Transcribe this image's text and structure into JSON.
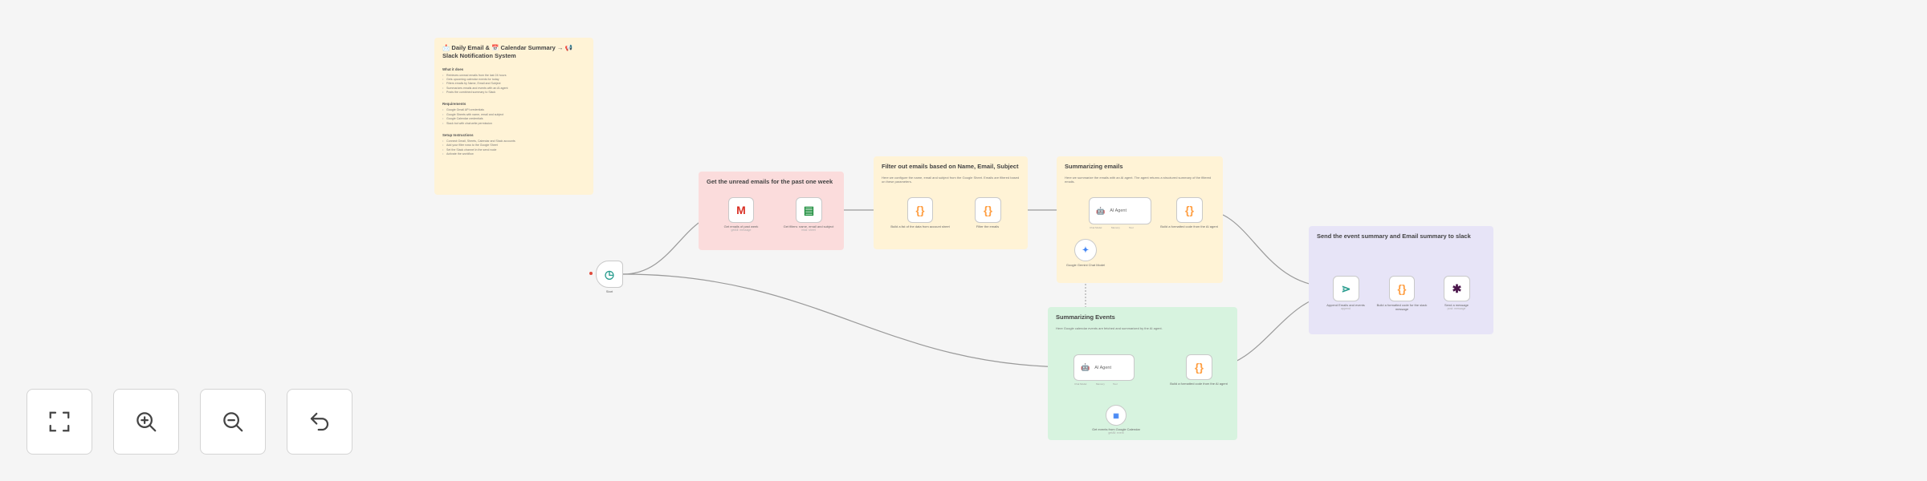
{
  "workflow": {
    "notes": {
      "main": {
        "title": "📩 Daily Email & 📅 Calendar Summary → 📢 Slack Notification System",
        "sections": [
          {
            "heading": "What it does",
            "items": [
              "Retrieves unread emails from the last 24 hours",
              "Gets upcoming calendar events for today",
              "Filters emails by Name, Email and Subject",
              "Summarizes emails and events with an AI agent",
              "Posts the combined summary to Slack"
            ]
          },
          {
            "heading": "Requirements",
            "items": [
              "Google Gmail API credentials",
              "Google Sheets with name, email and subject",
              "Google Calendar credentials",
              "Slack bot with chat:write permission"
            ]
          },
          {
            "heading": "Setup Instructions",
            "items": [
              "Connect Gmail, Sheets, Calendar and Slack accounts",
              "Add your filter rows to the Google Sheet",
              "Set the Slack channel in the send node",
              "Activate the workflow"
            ]
          }
        ]
      },
      "unread": {
        "title": "Get the unread emails for the past one week",
        "body": ""
      },
      "filter": {
        "title": "Filter out emails based on Name, Email, Subject",
        "body": "Here we configure the name, email and subject from the Google Sheet. Emails are filtered based on these parameters."
      },
      "summ_emails": {
        "title": "Summarizing emails",
        "body": "Here we summarize the emails with an AI agent. The agent returns a structured summary of the filtered emails."
      },
      "summ_events": {
        "title": "Summarizing Events",
        "body": "Here Google calendar events are fetched and summarized by the AI agent."
      },
      "send": {
        "title": "Send the event summary and Email summary to slack",
        "body": ""
      }
    },
    "nodes": {
      "start": {
        "label": "Start"
      },
      "get_emails": {
        "label": "Get emails of past week",
        "sub": "getAll: message"
      },
      "get_filters": {
        "label": "Get filters: name, email and subject",
        "sub": "read: sheet"
      },
      "code_split": {
        "label": "Build a list of the data from account sheet"
      },
      "filter_emails": {
        "label": "Filter the emails"
      },
      "ai_agent_1": {
        "label": "AI Agent"
      },
      "chat_model_1": {
        "label": "Google Gemini Chat Model"
      },
      "code_format_1": {
        "label": "Build a formatted code from the AI agent"
      },
      "ai_agent_2": {
        "label": "AI Agent"
      },
      "calendar_tool": {
        "label": "Get events from Google Calendar",
        "sub": "getAll: event"
      },
      "code_format_2": {
        "label": "Build a formatted code from the AI agent"
      },
      "append_merge": {
        "label": "Append Emails and events",
        "sub": "append"
      },
      "code_merge": {
        "label": "Build a formatted code for the slack message"
      },
      "slack_send": {
        "label": "Send a message",
        "sub": "post: message"
      }
    },
    "connector_labels": {
      "chat_model": "Chat Model",
      "memory": "Memory",
      "tool": "Tool"
    },
    "edge_color": "#9a9a9a"
  },
  "controls": {
    "fit": "fit-view-icon",
    "zoom_in": "zoom-in-icon",
    "zoom_out": "zoom-out-icon",
    "reset": "undo-icon"
  }
}
